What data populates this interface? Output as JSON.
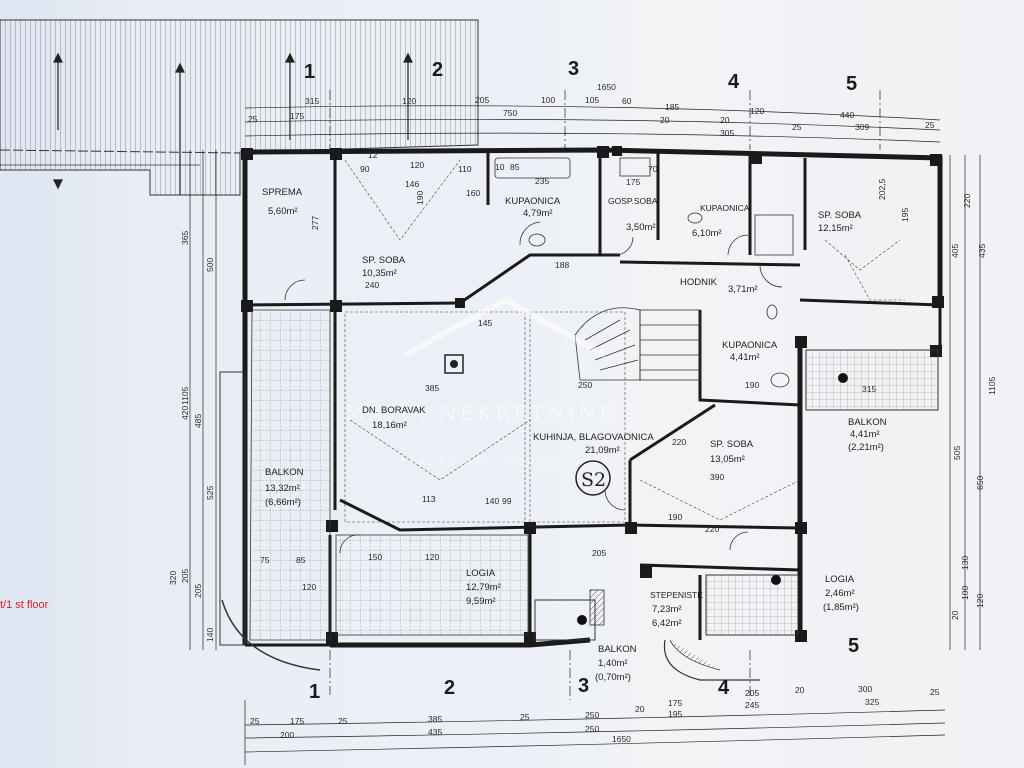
{
  "floor_note": "t/1 st floor",
  "grid_labels_top": [
    "1",
    "2",
    "3",
    "4",
    "5"
  ],
  "grid_labels_bottom": [
    "1",
    "2",
    "3",
    "4"
  ],
  "grid_label_right": "5",
  "stamp": "S2",
  "watermark": {
    "name": "MAJTA NEKRETNINE",
    "tagline": "REAL ESTATE · DEVELOPMENT"
  },
  "rooms": [
    {
      "name": "SPREMA",
      "area": "5,60m²"
    },
    {
      "name": "SP. SOBA",
      "area": "10,35m²"
    },
    {
      "name": "KUPAONICA",
      "area": "4,79m²"
    },
    {
      "name": "GOSP.SOBA",
      "area": "3,50m²"
    },
    {
      "name": "KUPAONICA",
      "area": "6,10m²"
    },
    {
      "name": "SP. SOBA",
      "area": "12,15m²"
    },
    {
      "name": "HODNIK",
      "area": "3,71m²"
    },
    {
      "name": "KUPAONICA",
      "area": "4,41m²"
    },
    {
      "name": "DN. BORAVAK",
      "area": "18,16m²"
    },
    {
      "name": "KUHINJA, BLAGOVAONICA",
      "area": "21,09m²"
    },
    {
      "name": "SP. SOBA",
      "area": "13,05m²"
    },
    {
      "name": "BALKON",
      "area": "4,41m²",
      "area2": "(2,21m²)"
    },
    {
      "name": "BALKON",
      "area": "13,32m²",
      "area2": "(6,66m²)"
    },
    {
      "name": "LOGIA",
      "area": "12,79m²",
      "area2": "9,59m²"
    },
    {
      "name": "STEPENISTE",
      "area": "7,23m²",
      "area2": "6,42m²"
    },
    {
      "name": "LOGIA",
      "area": "2,46m²",
      "area2": "(1,85m²)"
    },
    {
      "name": "BALKON",
      "area": "1,40m²",
      "area2": "(0,70m²)"
    }
  ],
  "dims_top": {
    "row1": [
      "315",
      "120",
      "205",
      "750",
      "100",
      "105",
      "60",
      "185",
      "120",
      "440"
    ],
    "row2": [
      "25",
      "175",
      "20",
      "20",
      "305",
      "25",
      "309",
      "25"
    ],
    "total": "1650"
  },
  "dims_bottom": {
    "row1": [
      "25",
      "175",
      "25",
      "385",
      "25",
      "250",
      "20",
      "175",
      "205",
      "20",
      "300",
      "25"
    ],
    "row2": [
      "200",
      "435",
      "250",
      "195",
      "245",
      "325"
    ],
    "total": "1650"
  },
  "dims_left": [
    "365",
    "500",
    "1105",
    "420",
    "485",
    "525",
    "205",
    "320",
    "205",
    "140"
  ],
  "dims_right": [
    "220",
    "435",
    "405",
    "1105",
    "505",
    "650",
    "130",
    "120",
    "100",
    "20"
  ],
  "interior_dims": [
    "12",
    "90",
    "120",
    "110",
    "10",
    "85",
    "235",
    "175",
    "70",
    "146",
    "160",
    "190",
    "277",
    "188",
    "240",
    "145",
    "385",
    "250",
    "220",
    "390",
    "113",
    "140",
    "99",
    "220",
    "120",
    "75",
    "85",
    "120",
    "150",
    "205",
    "190",
    "315",
    "202,5",
    "195",
    "190"
  ]
}
